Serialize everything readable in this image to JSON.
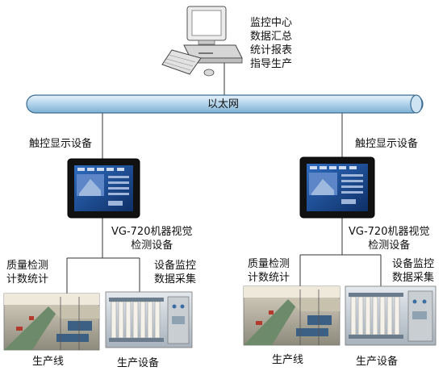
{
  "monitor_center": {
    "lines": [
      "监控中心",
      "数据汇总",
      "统计报表",
      "指导生产"
    ]
  },
  "network": {
    "label": "以太网"
  },
  "left_branch": {
    "touch_display_label": "触控显示设备",
    "vision_device_lines": [
      "VG-720机器视觉",
      "检测设备"
    ],
    "quality_lines": [
      "质量检测",
      "计数统计"
    ],
    "equipment_monitor_lines": [
      "设备监控",
      "数据采集"
    ],
    "production_line_label": "生产线",
    "production_equipment_label": "生产设备"
  },
  "right_branch": {
    "touch_display_label": "触控显示设备",
    "vision_device_lines": [
      "VG-720机器视觉",
      "检测设备"
    ],
    "quality_lines": [
      "质量检测",
      "计数统计"
    ],
    "equipment_monitor_lines": [
      "设备监控",
      "数据采集"
    ],
    "production_line_label": "生产线",
    "production_equipment_label": "生产设备"
  },
  "colors": {
    "network_bar": "#9fc6e2",
    "connector": "#333333",
    "panel_screen": "#1d4f9a"
  }
}
